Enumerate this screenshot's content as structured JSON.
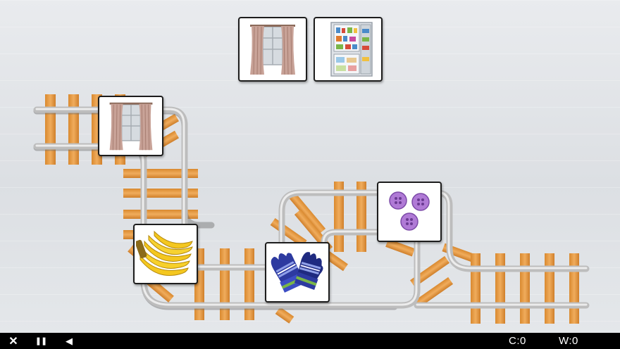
{
  "targets": [
    {
      "item": "curtains",
      "icon": "curtain-icon"
    },
    {
      "item": "refrigerator",
      "icon": "fridge-icon"
    }
  ],
  "track_cards": [
    {
      "item": "curtains",
      "icon": "curtain-icon"
    },
    {
      "item": "bananas",
      "icon": "banana-icon"
    },
    {
      "item": "gloves",
      "icon": "glove-icon"
    },
    {
      "item": "buttons",
      "icon": "button-icon"
    }
  ],
  "controls": {
    "close": {
      "glyph": "✕",
      "icon": "close-icon"
    },
    "pause": {
      "glyph": "❚❚",
      "icon": "pause-icon"
    },
    "back": {
      "glyph": "◀",
      "icon": "back-icon"
    }
  },
  "status": {
    "correct": "C:0",
    "wrong": "W:0"
  },
  "colors": {
    "tie": "#e39a47",
    "rail": "#b9b9b9",
    "bar": "#000000"
  }
}
